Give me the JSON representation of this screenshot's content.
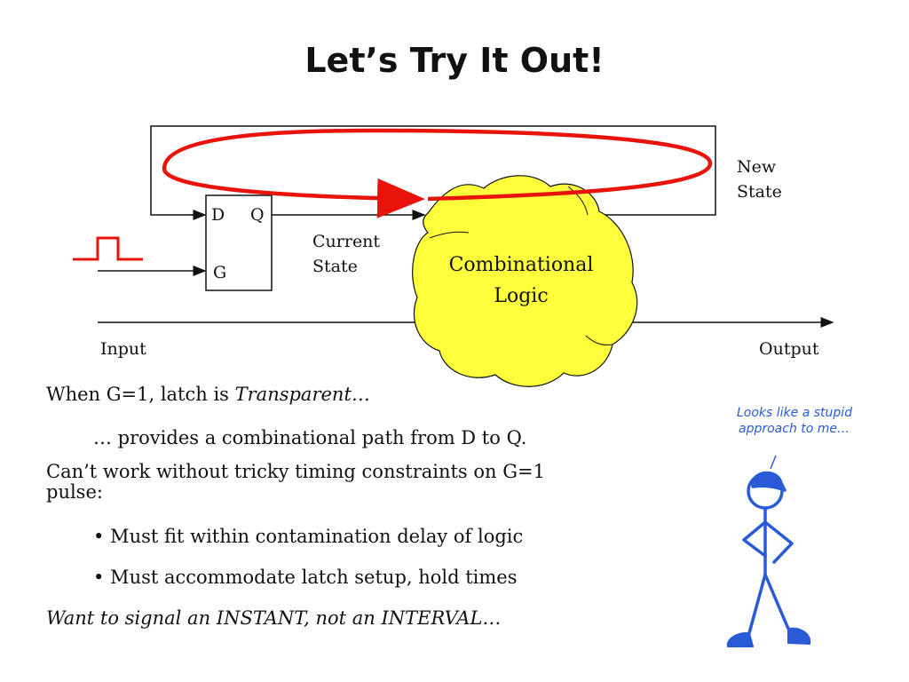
{
  "title": "Let’s Try It Out!",
  "diagram": {
    "latch_d": "D",
    "latch_q": "Q",
    "latch_g": "G",
    "new_state": [
      "New",
      "State"
    ],
    "current_state": [
      "Current",
      "State"
    ],
    "combinational": [
      "Combinational",
      "Logic"
    ],
    "input": "Input",
    "output": "Output",
    "colors": {
      "feedback_arrow": "#e8140c",
      "cloud_fill": "#ffff3c",
      "pulse": "#e8140c"
    }
  },
  "text": {
    "line1_prefix": "When G=1, latch is ",
    "line1_italic": "Transparent…",
    "line2": "… provides a combinational path from D to Q.",
    "line3a": "Can’t work without tricky timing constraints on G=1",
    "line3b": "pulse:",
    "bullets": [
      "• Must fit within contamination delay of logic",
      "• Must accommodate latch setup, hold times"
    ],
    "line4": "Want to signal an INSTANT, not an INTERVAL…"
  },
  "comic": {
    "caption": [
      "Looks like a stupid",
      "approach to me…"
    ],
    "color": "#2a5bd7"
  }
}
